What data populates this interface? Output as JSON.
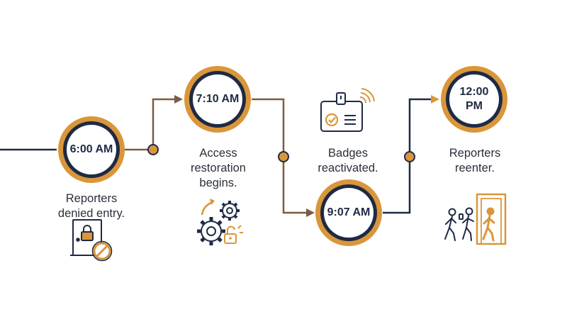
{
  "timeline": {
    "colors": {
      "navy": "#1f2a44",
      "gold": "#d9963a",
      "brown": "#7a5c44",
      "text": "#2a2f3a"
    },
    "nodes": [
      {
        "time": "6:00 AM",
        "caption_lines": [
          "Reporters",
          "denied entry."
        ],
        "icon": "locked-door-icon"
      },
      {
        "time": "7:10 AM",
        "caption_lines": [
          "Access",
          "restoration",
          "begins."
        ],
        "icon": "gears-unlock-icon"
      },
      {
        "time": "9:07 AM",
        "caption_lines": [
          "Badges",
          "reactivated."
        ],
        "icon": "badge-icon"
      },
      {
        "time_lines": [
          "12:00",
          "PM"
        ],
        "caption_lines": [
          "Reporters",
          "reenter."
        ],
        "icon": "people-entering-icon"
      }
    ]
  }
}
